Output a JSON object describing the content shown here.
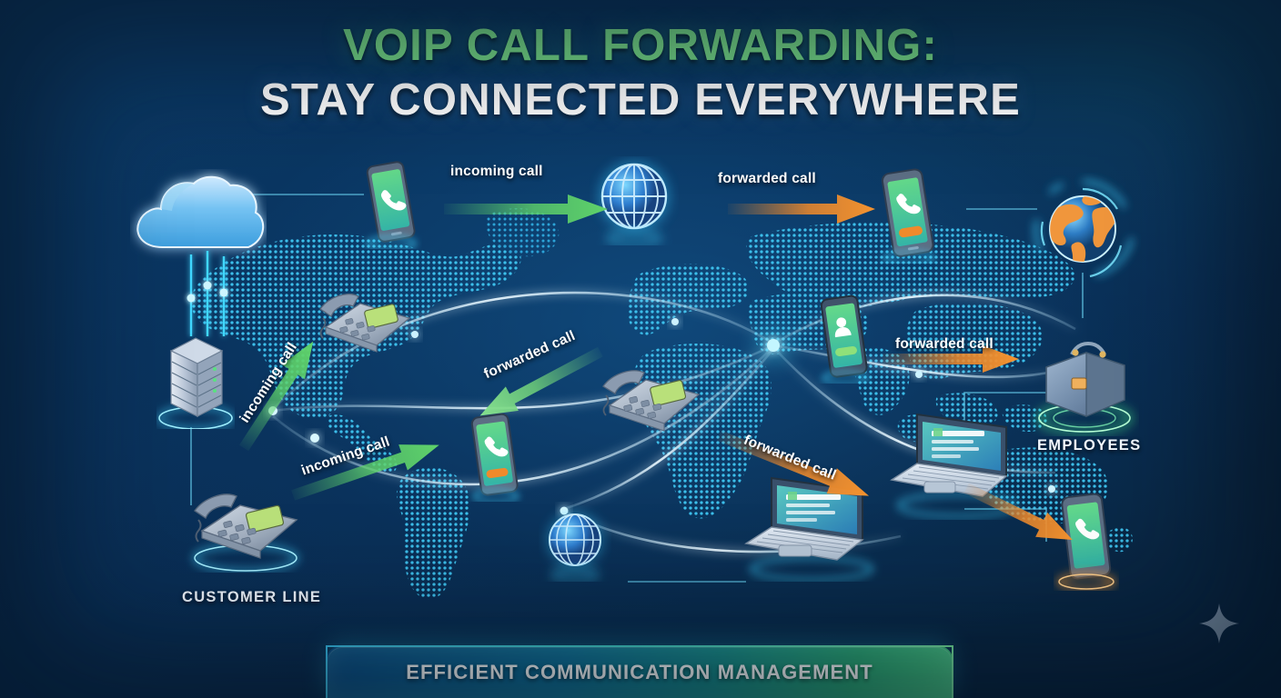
{
  "title": {
    "line1": "VOIP CALL FORWARDING:",
    "line2": "STAY CONNECTED EVERYWHERE",
    "line1_color": "#79e08a",
    "line2_color": "#ffffff"
  },
  "banner": {
    "text": "EFFICIENT COMMUNICATION MANAGEMENT"
  },
  "nodes": {
    "customer_line": "CUSTOMER LINE",
    "employees": "EMPLOYEES"
  },
  "flows": [
    {
      "id": "incoming-top",
      "label": "incoming call",
      "color": "#5fd36a",
      "direction": "right",
      "angle": 0
    },
    {
      "id": "incoming-diagonal",
      "label": "incoming call",
      "color": "#5fd36a",
      "direction": "up-right",
      "angle": -57
    },
    {
      "id": "incoming-lower",
      "label": "incoming call",
      "color": "#5fd36a",
      "direction": "up-right",
      "angle": -19
    },
    {
      "id": "forwarded-top",
      "label": "forwarded call",
      "color": "#f08a2b",
      "direction": "right",
      "angle": 0
    },
    {
      "id": "forwarded-center",
      "label": "forwarded call",
      "color": "#6fd07a",
      "direction": "down-left",
      "angle": 28
    },
    {
      "id": "forwarded-right",
      "label": "forwarded call",
      "color": "#f08a2b",
      "direction": "right",
      "angle": 0
    },
    {
      "id": "forwarded-lower",
      "label": "forwarded call",
      "color": "#f08a2b",
      "direction": "down-right",
      "angle": 22
    }
  ],
  "devices": [
    {
      "id": "cloud",
      "type": "cloud-icon",
      "label": ""
    },
    {
      "id": "server",
      "type": "server-rack-icon",
      "label": ""
    },
    {
      "id": "deskphone-left",
      "type": "desk-phone-icon",
      "label": ""
    },
    {
      "id": "deskphone-mid",
      "type": "desk-phone-icon",
      "label": ""
    },
    {
      "id": "deskphone-cust",
      "type": "desk-phone-icon",
      "label": ""
    },
    {
      "id": "phone-top",
      "type": "smartphone-icon",
      "label": ""
    },
    {
      "id": "phone-dest",
      "type": "smartphone-icon",
      "label": ""
    },
    {
      "id": "phone-mid",
      "type": "smartphone-icon",
      "label": ""
    },
    {
      "id": "phone-contact",
      "type": "smartphone-contact-icon",
      "label": ""
    },
    {
      "id": "phone-bottom",
      "type": "smartphone-icon",
      "label": ""
    },
    {
      "id": "globe-net",
      "type": "globe-wire-icon",
      "label": ""
    },
    {
      "id": "globe-small",
      "type": "globe-wire-icon",
      "label": ""
    },
    {
      "id": "globe-earth",
      "type": "globe-earth-icon",
      "label": ""
    },
    {
      "id": "briefcase",
      "type": "briefcase-icon",
      "label": ""
    },
    {
      "id": "laptop-left",
      "type": "laptop-icon",
      "label": ""
    },
    {
      "id": "laptop-right",
      "type": "laptop-icon",
      "label": ""
    }
  ],
  "palette": {
    "background_deep": "#07203a",
    "background_mid": "#0a3560",
    "background_light": "#0b3a66",
    "map_dots": "#2fb6e8",
    "accent_green": "#5fd36a",
    "accent_orange": "#f08a2b",
    "accent_cyan": "#38d2f5",
    "title_green": "#79e08a"
  }
}
